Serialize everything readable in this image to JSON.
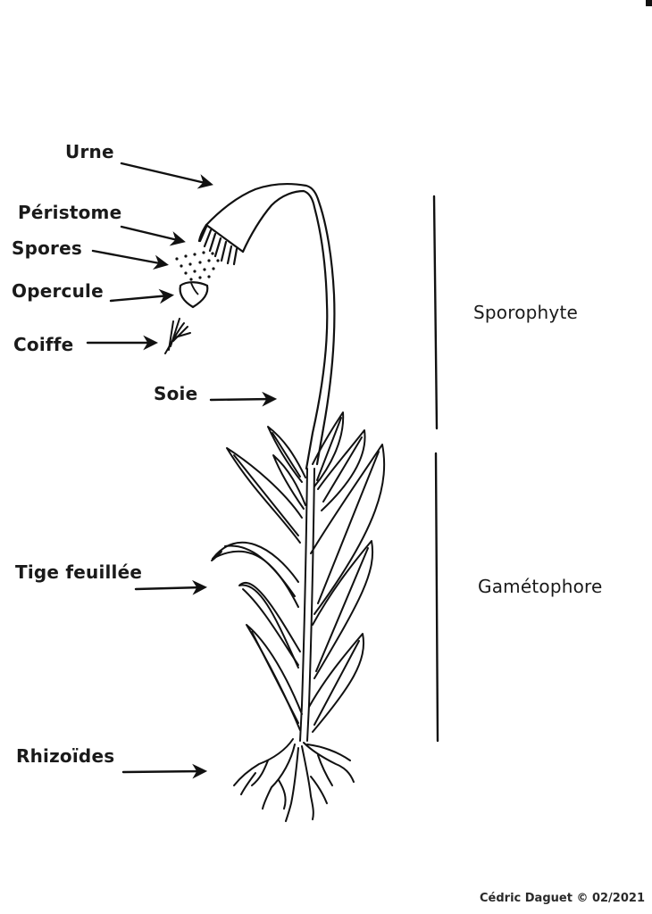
{
  "labels": {
    "urne": "Urne",
    "peristome": "Péristome",
    "spores": "Spores",
    "opercule": "Opercule",
    "coiffe": "Coiffe",
    "soie": "Soie",
    "tige": "Tige feuillée",
    "rhizoides": "Rhizoïdes",
    "sporophyte": "Sporophyte",
    "gametophore": "Gamétophore"
  },
  "credit": "Cédric Daguet © 02/2021",
  "colors": {
    "ink": "#111111",
    "paper": "#ffffff"
  }
}
